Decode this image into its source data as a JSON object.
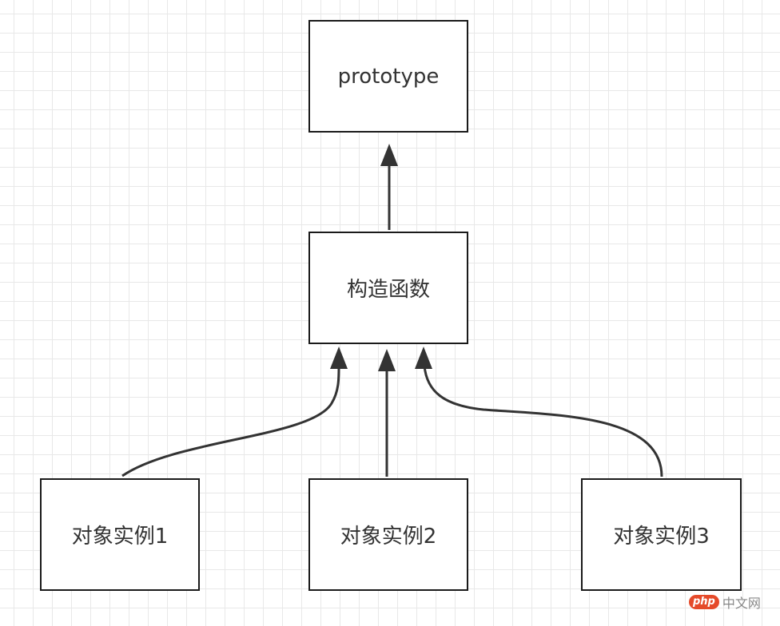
{
  "nodes": {
    "prototype": {
      "label": "prototype"
    },
    "constructor": {
      "label": "构造函数"
    },
    "instances": [
      {
        "label": "对象实例1"
      },
      {
        "label": "对象实例2"
      },
      {
        "label": "对象实例3"
      }
    ]
  },
  "watermark": {
    "badge": "php",
    "text": "中文网"
  }
}
